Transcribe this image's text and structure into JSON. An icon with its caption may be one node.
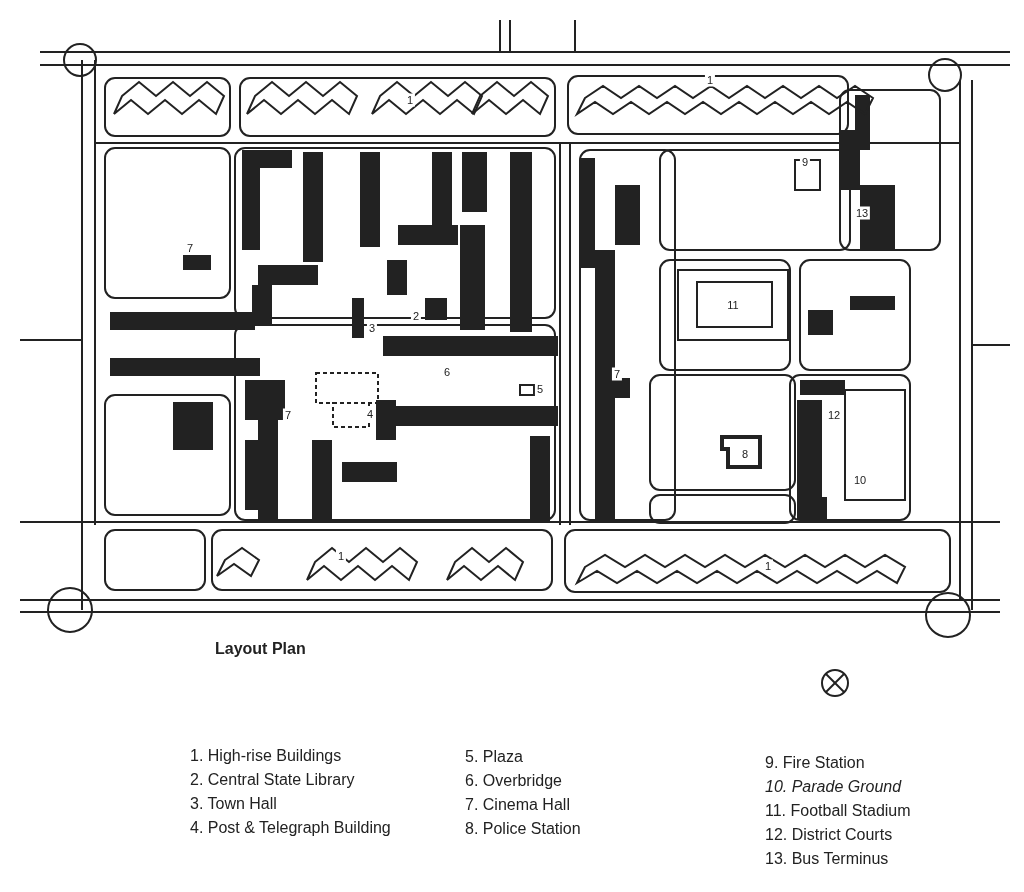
{
  "diagram": {
    "title": "Layout Plan",
    "labels": [
      "1",
      "1",
      "9",
      "13",
      "7",
      "11",
      "2",
      "3",
      "6",
      "7",
      "5",
      "7",
      "4",
      "12",
      "8",
      "10",
      "1",
      "1",
      "1. High-rise Buildings",
      "2. Central State Library",
      "3. Town Hall",
      "4. Post & Telegraph Building",
      "5. Plaza",
      "6. Overbridge",
      "7. Cinema Hall",
      "8. Police Station",
      "9. Fire Station",
      "10. Parade Ground",
      "11. Football Stadium",
      "12. District Courts",
      "13. Bus Terminus"
    ]
  }
}
